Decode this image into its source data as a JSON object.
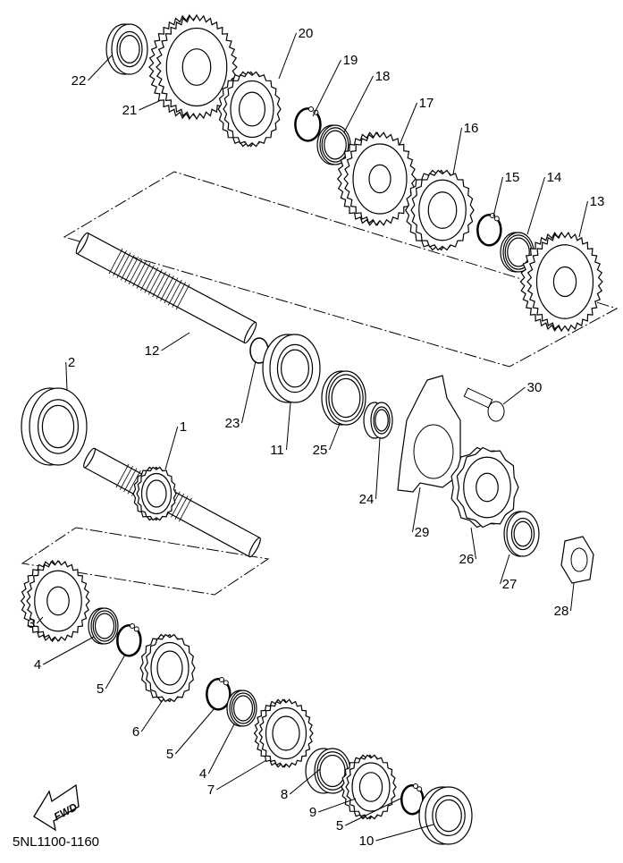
{
  "diagram": {
    "part_code": "5NL1100-1160",
    "fwd_label": "FWD",
    "callouts": [
      "22",
      "21",
      "20",
      "19",
      "18",
      "17",
      "16",
      "15",
      "14",
      "13",
      "12",
      "23",
      "11",
      "25",
      "24",
      "30",
      "29",
      "26",
      "27",
      "28",
      "2",
      "1",
      "3",
      "4",
      "5",
      "6",
      "5",
      "4",
      "7",
      "8",
      "9",
      "5",
      "10"
    ]
  }
}
